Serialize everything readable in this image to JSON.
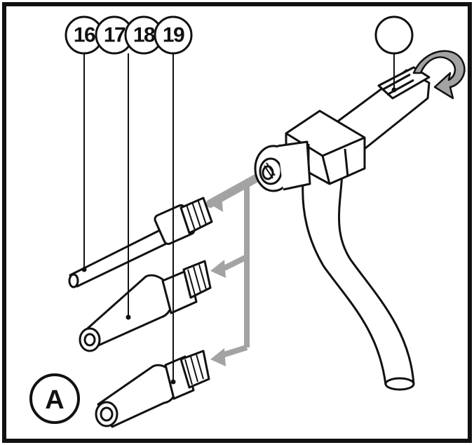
{
  "figure": {
    "callouts": [
      {
        "id": "16",
        "label": "16"
      },
      {
        "id": "17",
        "label": "17"
      },
      {
        "id": "18",
        "label": "18"
      },
      {
        "id": "19",
        "label": "19"
      },
      {
        "id": "blank",
        "label": ""
      }
    ],
    "view_badge": "A"
  },
  "colors": {
    "outline": "#111111",
    "arrow": "#a3a3a3",
    "background": "#ffffff"
  }
}
